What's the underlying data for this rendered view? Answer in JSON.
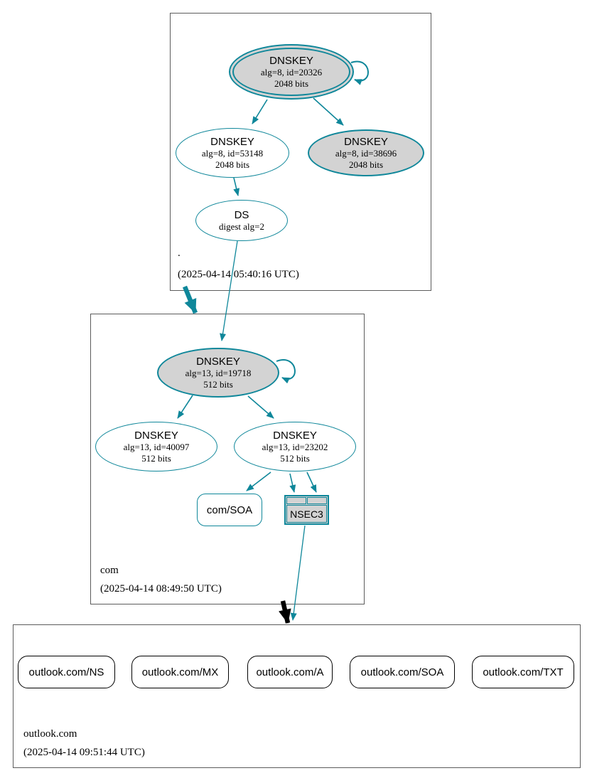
{
  "colors": {
    "secure_accent": "#0f879a",
    "node_fill_gray": "#d3d3d3",
    "insecure_black": "#000000",
    "zone_box_border": "#5c5c5c"
  },
  "zones": {
    "root": {
      "label": ".",
      "timestamp": "(2025-04-14 05:40:16 UTC)"
    },
    "com": {
      "label": "com",
      "timestamp": "(2025-04-14 08:49:50 UTC)"
    },
    "outlook": {
      "label": "outlook.com",
      "timestamp": "(2025-04-14 09:51:44 UTC)"
    }
  },
  "nodes": {
    "root_ksk": {
      "title": "DNSKEY",
      "line1": "alg=8, id=20326",
      "line2": "2048 bits"
    },
    "root_zsk": {
      "title": "DNSKEY",
      "line1": "alg=8, id=53148",
      "line2": "2048 bits"
    },
    "root_ksk2": {
      "title": "DNSKEY",
      "line1": "alg=8, id=38696",
      "line2": "2048 bits"
    },
    "root_ds": {
      "title": "DS",
      "line1": "digest alg=2"
    },
    "com_ksk": {
      "title": "DNSKEY",
      "line1": "alg=13, id=19718",
      "line2": "512 bits"
    },
    "com_zsk1": {
      "title": "DNSKEY",
      "line1": "alg=13, id=40097",
      "line2": "512 bits"
    },
    "com_zsk2": {
      "title": "DNSKEY",
      "line1": "alg=13, id=23202",
      "line2": "512 bits"
    },
    "com_soa": {
      "label": "com/SOA"
    },
    "nsec3": {
      "label": "NSEC3"
    }
  },
  "rrsets": [
    {
      "label": "outlook.com/NS"
    },
    {
      "label": "outlook.com/MX"
    },
    {
      "label": "outlook.com/A"
    },
    {
      "label": "outlook.com/SOA"
    },
    {
      "label": "outlook.com/TXT"
    }
  ]
}
